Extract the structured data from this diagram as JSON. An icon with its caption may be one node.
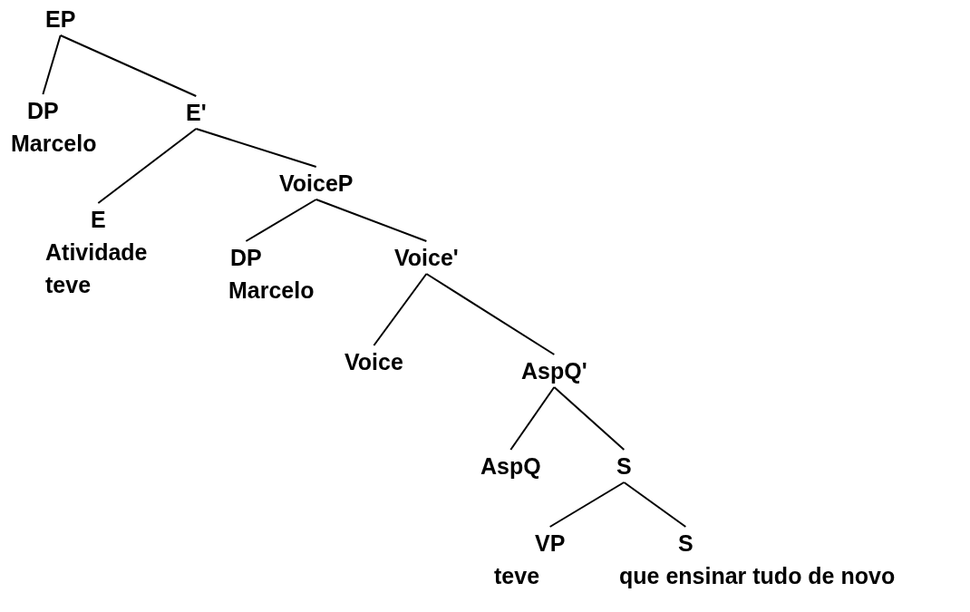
{
  "diagram": {
    "nodes": [
      {
        "text": [
          "EP"
        ]
      },
      {
        "text": [
          "DP",
          "Marcelo"
        ]
      },
      {
        "text": [
          "E'"
        ]
      },
      {
        "text": [
          "E",
          "Atividade teve"
        ]
      },
      {
        "text": [
          "VoiceP"
        ]
      },
      {
        "text": [
          "DP",
          "Marcelo"
        ]
      },
      {
        "text": [
          "Voice'"
        ]
      },
      {
        "text": [
          "Voice"
        ]
      },
      {
        "text": [
          "AspQ'"
        ]
      },
      {
        "text": [
          "AspQ"
        ]
      },
      {
        "text": [
          "S"
        ]
      },
      {
        "text": [
          "VP",
          "teve"
        ]
      },
      {
        "text": [
          "S",
          "que ensinar tudo de novo"
        ]
      }
    ],
    "edges": [
      {
        "from": 0,
        "to": 1,
        "arrow": "none"
      },
      {
        "from": 0,
        "to": 2,
        "arrow": "none"
      },
      {
        "from": 2,
        "to": 3,
        "arrow": "none"
      },
      {
        "from": 2,
        "to": 4,
        "arrow": "none"
      },
      {
        "from": 4,
        "to": 5,
        "arrow": "none"
      },
      {
        "from": 4,
        "to": 6,
        "arrow": "none"
      },
      {
        "from": 6,
        "to": 7,
        "arrow": "none"
      },
      {
        "from": 6,
        "to": 8,
        "arrow": "none"
      },
      {
        "from": 8,
        "to": 9,
        "arrow": "none"
      },
      {
        "from": 8,
        "to": 10,
        "arrow": "none"
      },
      {
        "from": 10,
        "to": 11,
        "arrow": "none"
      },
      {
        "from": 10,
        "to": 12,
        "arrow": "none"
      }
    ]
  }
}
